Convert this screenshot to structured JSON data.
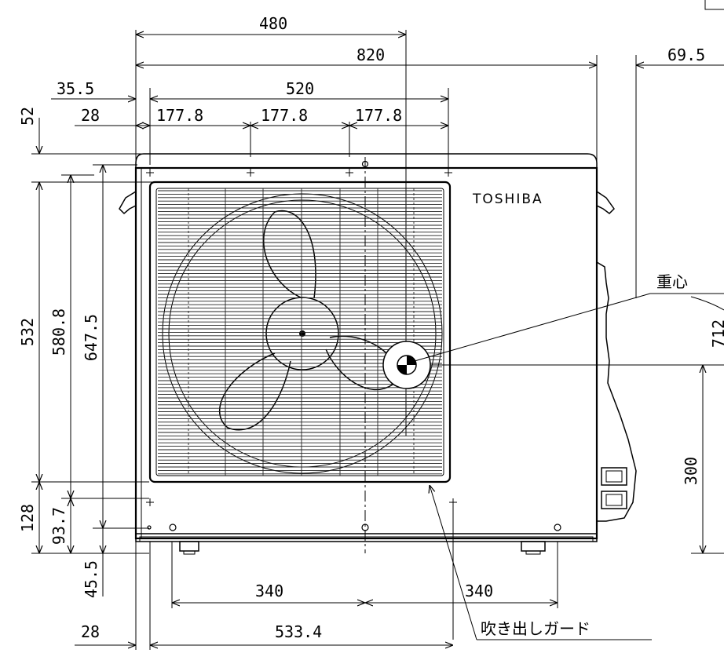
{
  "dimensions": {
    "top_480": "480",
    "top_820": "820",
    "top_69_5": "69.5",
    "top_35_5": "35.5",
    "top_520": "520",
    "top_52": "52",
    "top_28": "28",
    "pitch_a": "177.8",
    "pitch_b": "177.8",
    "pitch_c": "177.8",
    "left_532": "532",
    "left_580_8": "580.8",
    "left_647_5": "647.5",
    "left_128": "128",
    "left_93_7": "93.7",
    "left_45_5": "45.5",
    "bottom_28": "28",
    "bottom_340_left": "340",
    "bottom_340_right": "340",
    "bottom_533_4": "533.4",
    "right_300": "300",
    "right_712": "712"
  },
  "labels": {
    "center_of_gravity": "重心",
    "outlet_guard": "吹き出しガード",
    "brand": "TOSHIBA"
  }
}
